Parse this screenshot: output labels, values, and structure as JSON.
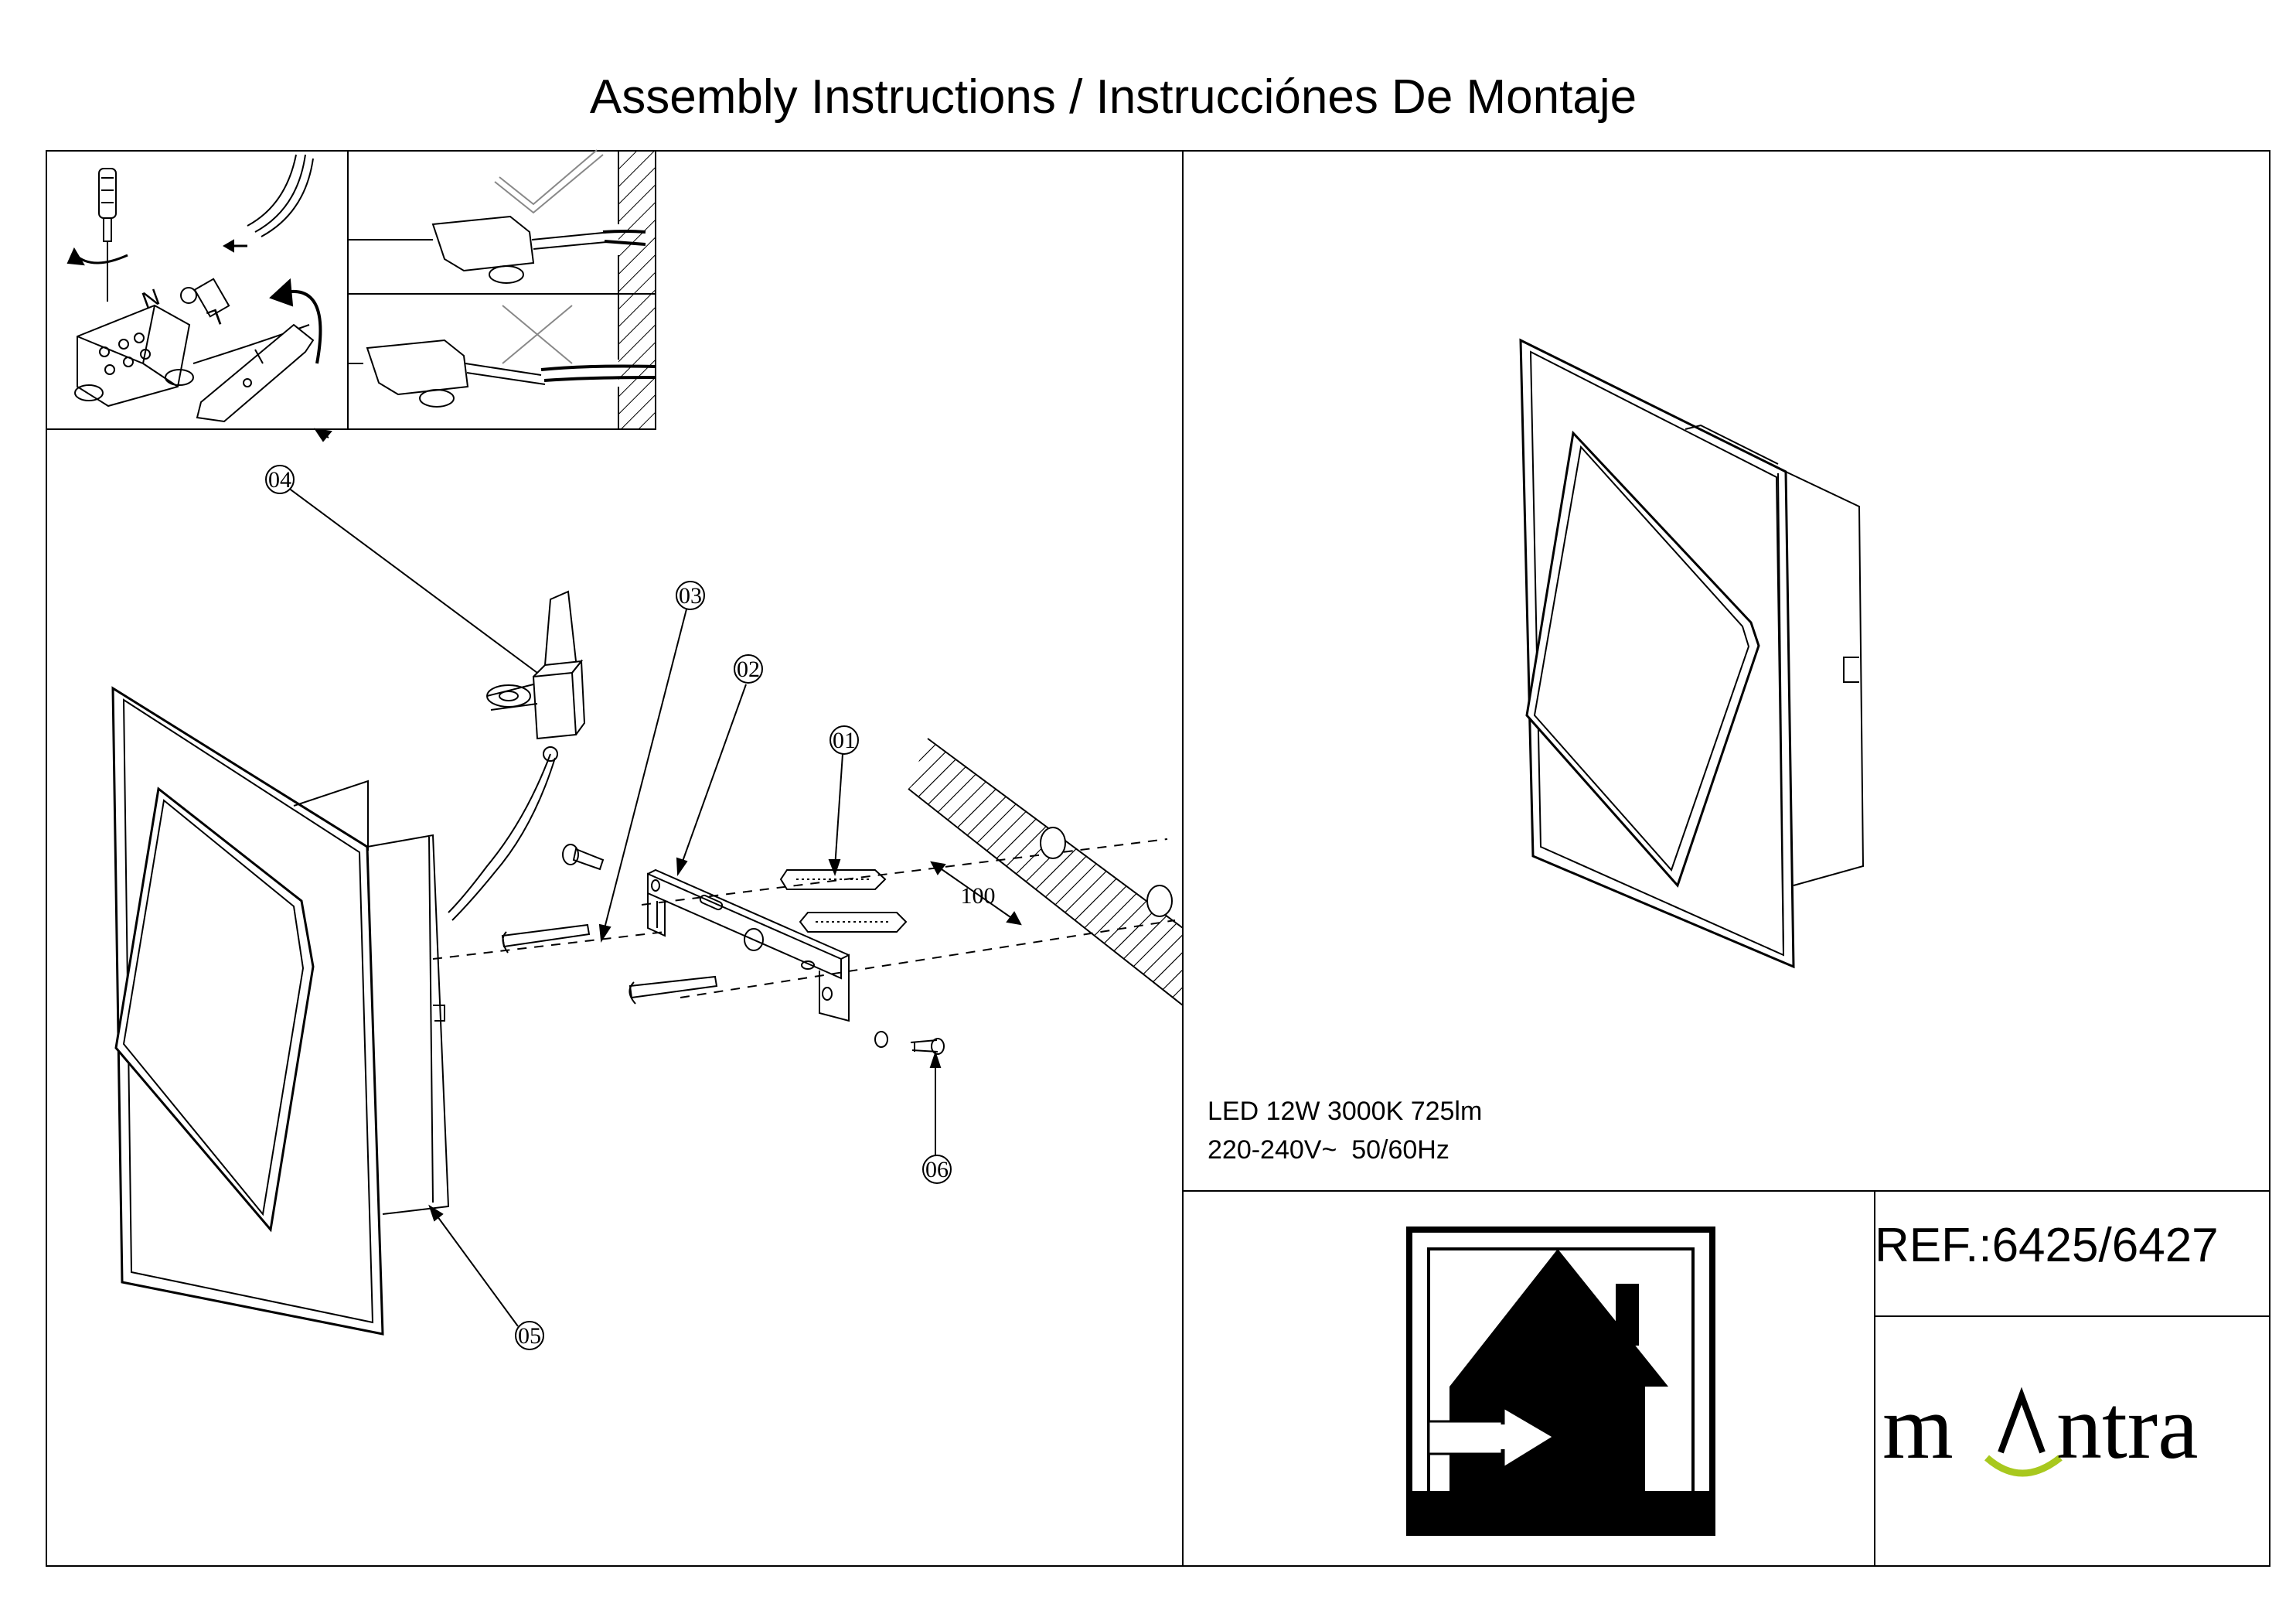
{
  "header": {
    "title": "Assembly Instructions / Instrucciónes De Montaje"
  },
  "wiring_inset": {
    "terminal_labels": [
      "N",
      "L"
    ]
  },
  "callouts": [
    "01",
    "02",
    "03",
    "04",
    "05",
    "06"
  ],
  "dimension": "100",
  "specs": {
    "line1": "LED 12W 3000K 725lm",
    "line2": "220-240V~  50/60Hz"
  },
  "reference": "REF.:6425/6427",
  "brand": {
    "name_left": "m",
    "name_right": "ntra",
    "accent_color": "#a8c81e"
  },
  "icons": [
    "indoor-use-house-icon",
    "screwdriver-icon",
    "check-mark-icon",
    "cross-mark-icon"
  ]
}
